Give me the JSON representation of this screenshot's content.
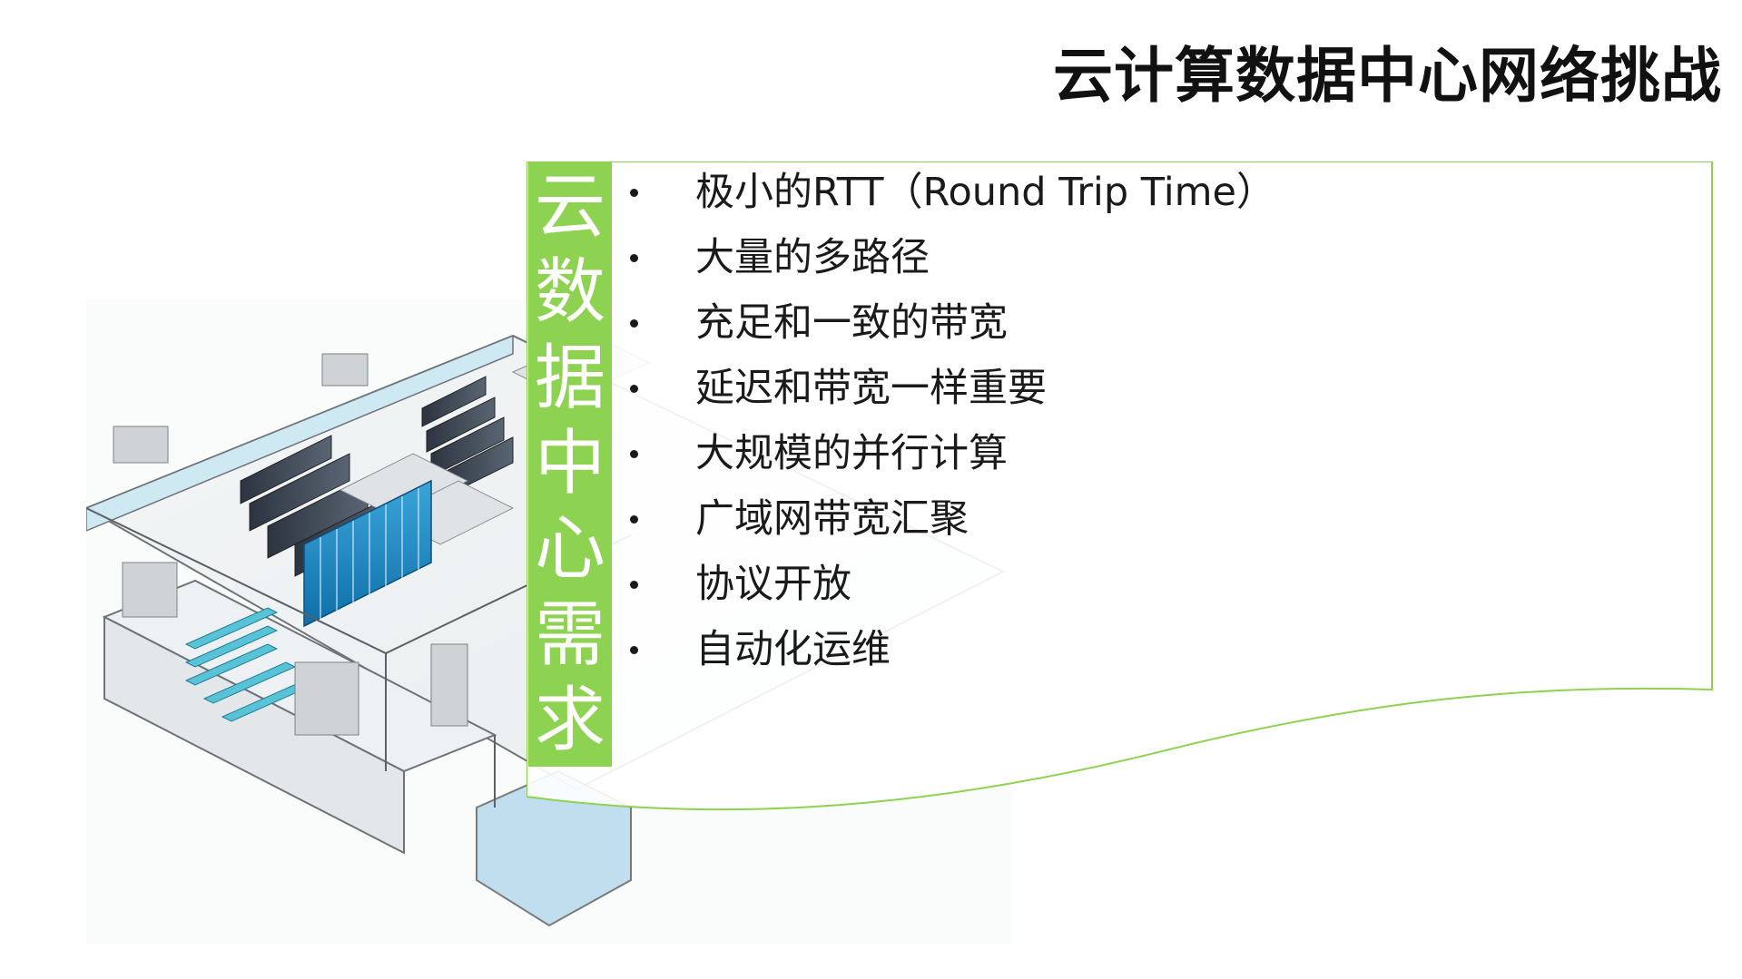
{
  "slide": {
    "title": "云计算数据中心网络挑战"
  },
  "sidebar_label": {
    "chars": [
      "云",
      "数",
      "据",
      "中",
      "心",
      "需",
      "求"
    ]
  },
  "requirements": [
    "极小的RTT（Round Trip Time）",
    "大量的多路径",
    "充足和一致的带宽",
    "延迟和带宽一样重要",
    "大规模的并行计算",
    "广域网带宽汇聚",
    "协议开放",
    "自动化运维"
  ],
  "colors": {
    "accent_green": "#8dd251",
    "panel_border": "#8dd251",
    "text": "#1a1a1a"
  },
  "illustration": {
    "icon": "datacenter-floorplan-illustration"
  }
}
